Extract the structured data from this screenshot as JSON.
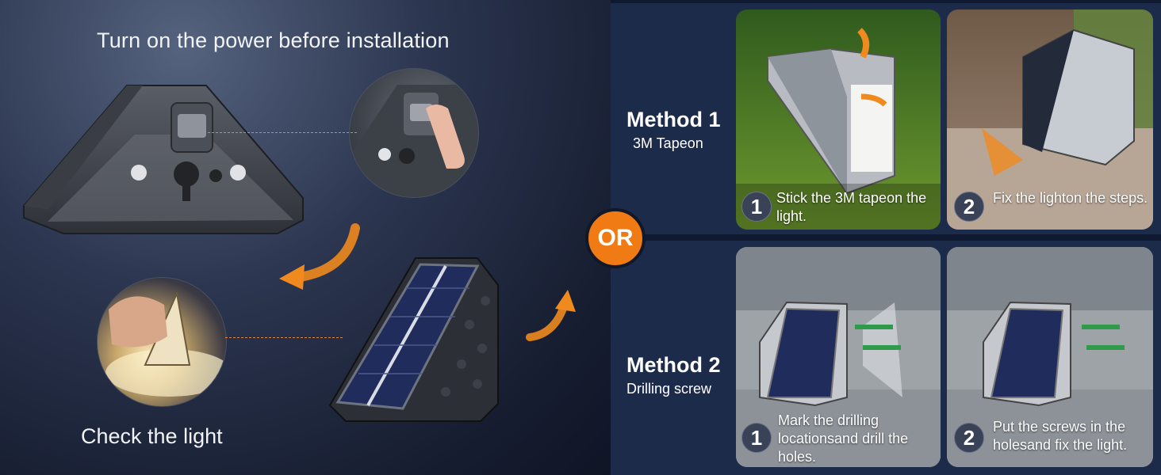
{
  "left": {
    "title": "Turn on the power before installation",
    "check_label": "Check the light"
  },
  "or_label": "OR",
  "method1": {
    "title": "Method 1",
    "subtitle": "3M Tapeon",
    "steps": [
      {
        "num": "1",
        "text": "Stick the 3M tapeon the light."
      },
      {
        "num": "2",
        "text": "Fix the lighton the steps."
      }
    ]
  },
  "method2": {
    "title": "Method 2",
    "subtitle": "Drilling screw",
    "steps": [
      {
        "num": "1",
        "text": "Mark the drilling locationsand drill the holes."
      },
      {
        "num": "2",
        "text": "Put the screws in the holesand fix the light."
      }
    ]
  },
  "colors": {
    "accent": "#f07a14",
    "panel": "#1d2b4b",
    "background": "#0f1a30"
  },
  "icons": {
    "arrows": "orange-curved-arrow-icon",
    "product": "triangle-solar-step-light"
  }
}
